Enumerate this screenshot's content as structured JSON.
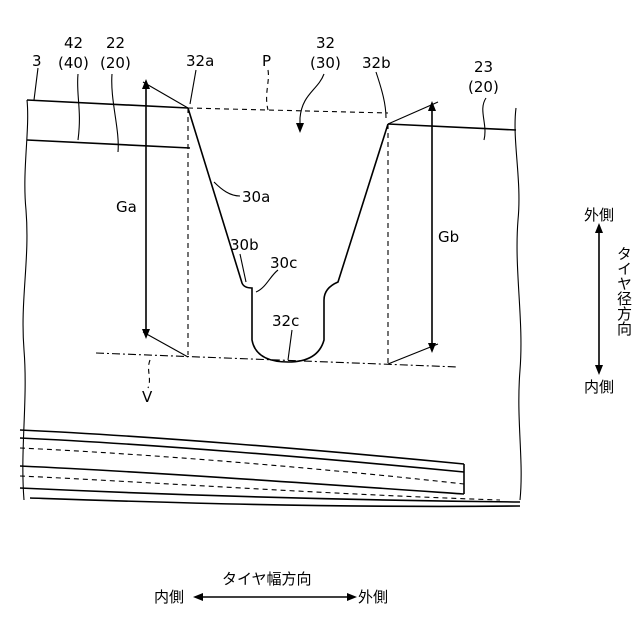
{
  "labels": {
    "ref_3": "3",
    "ref_42": "42",
    "ref_40": "(40)",
    "ref_22": "22",
    "ref_20a": "(20)",
    "ref_32a": "32a",
    "ref_P": "P",
    "ref_32": "32",
    "ref_30": "(30)",
    "ref_32b": "32b",
    "ref_23": "23",
    "ref_20b": "(20)",
    "ref_30a": "30a",
    "ref_Ga": "Ga",
    "ref_Gb": "Gb",
    "ref_30b": "30b",
    "ref_30c": "30c",
    "ref_32c": "32c",
    "ref_V": "V"
  },
  "radial_direction": {
    "outer": "外側",
    "title": "タイヤ径方向",
    "inner": "内側"
  },
  "width_direction": {
    "title": "タイヤ幅方向",
    "inner": "内側",
    "outer": "外側"
  }
}
